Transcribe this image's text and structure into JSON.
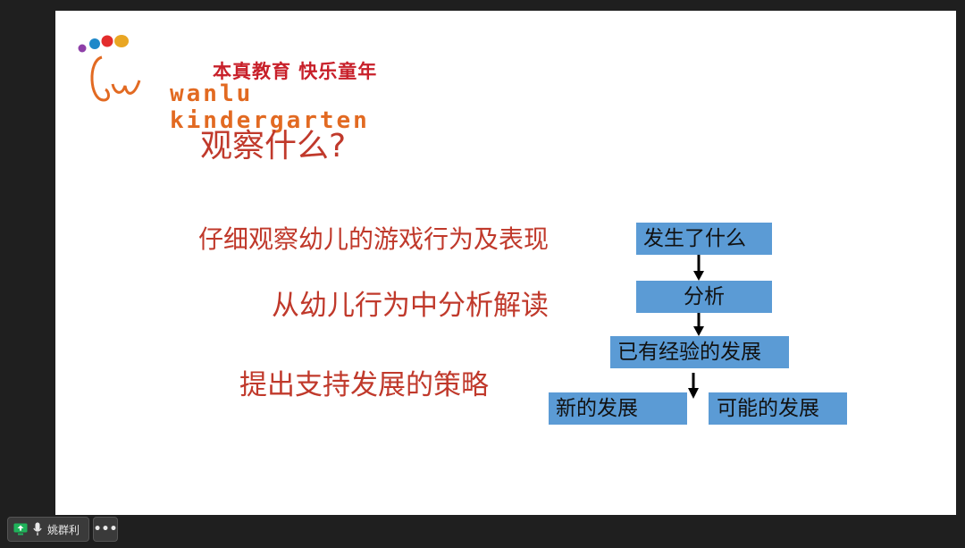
{
  "logo": {
    "slogan": "本真教育 快乐童年",
    "brand": "wanlu kindergarten"
  },
  "slide": {
    "title": "观察什么?",
    "points": [
      "仔细观察幼儿的游戏行为及表现",
      "从幼儿行为中分析解读",
      "提出支持发展的策略"
    ],
    "flow": {
      "step1": "发生了什么",
      "step2": "分析",
      "step3": "已有经验的发展",
      "branch_left": "新的发展",
      "branch_right": "可能的发展"
    }
  },
  "colors": {
    "text_red": "#c0392b",
    "box_blue": "#5b9bd5",
    "slogan_red": "#c8202a",
    "brand_orange": "#e26a22"
  },
  "toolbar": {
    "presenter": "姚群利",
    "more_label": "•••",
    "share_icon": "screen-share-icon",
    "mic_icon": "microphone-icon"
  }
}
